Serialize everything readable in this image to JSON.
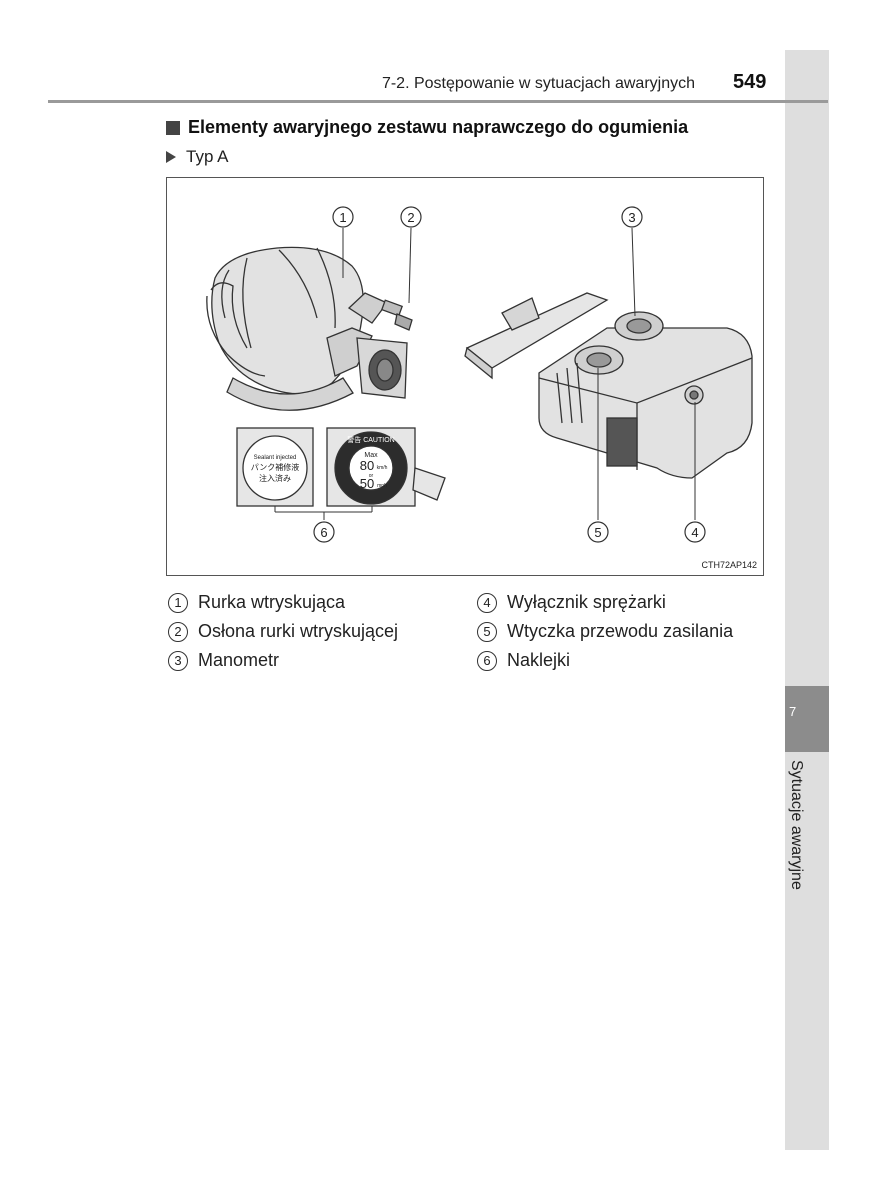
{
  "header": {
    "section": "7-2. Postępowanie w sytuacjach awaryjnych",
    "page_number": "549"
  },
  "sidebar": {
    "chapter_number": "7",
    "chapter_title": "Sytuacje awaryjne"
  },
  "content": {
    "heading": "Elementy awaryjnego zestawu naprawczego do ogumienia",
    "type_label": "Typ A"
  },
  "figure": {
    "callouts": [
      "1",
      "2",
      "3",
      "4",
      "5",
      "6"
    ],
    "code": "CTH72AP142",
    "sticker_left": {
      "line1": "Sealant injected",
      "line2": "パンク補修液",
      "line3": "注入済み"
    },
    "sticker_right": {
      "warning": "警告 CAUTION",
      "max": "Max",
      "speed_kmh": "80",
      "unit_kmh": "km/h",
      "or": "or",
      "speed_mph": "50",
      "unit_mph": "mph"
    }
  },
  "legend": {
    "items": [
      {
        "num": "1",
        "label": "Rurka wtryskująca"
      },
      {
        "num": "2",
        "label": "Osłona rurki wtryskującej"
      },
      {
        "num": "3",
        "label": "Manometr"
      },
      {
        "num": "4",
        "label": "Wyłącznik sprężarki"
      },
      {
        "num": "5",
        "label": "Wtyczka przewodu zasilania"
      },
      {
        "num": "6",
        "label": "Naklejki"
      }
    ]
  }
}
